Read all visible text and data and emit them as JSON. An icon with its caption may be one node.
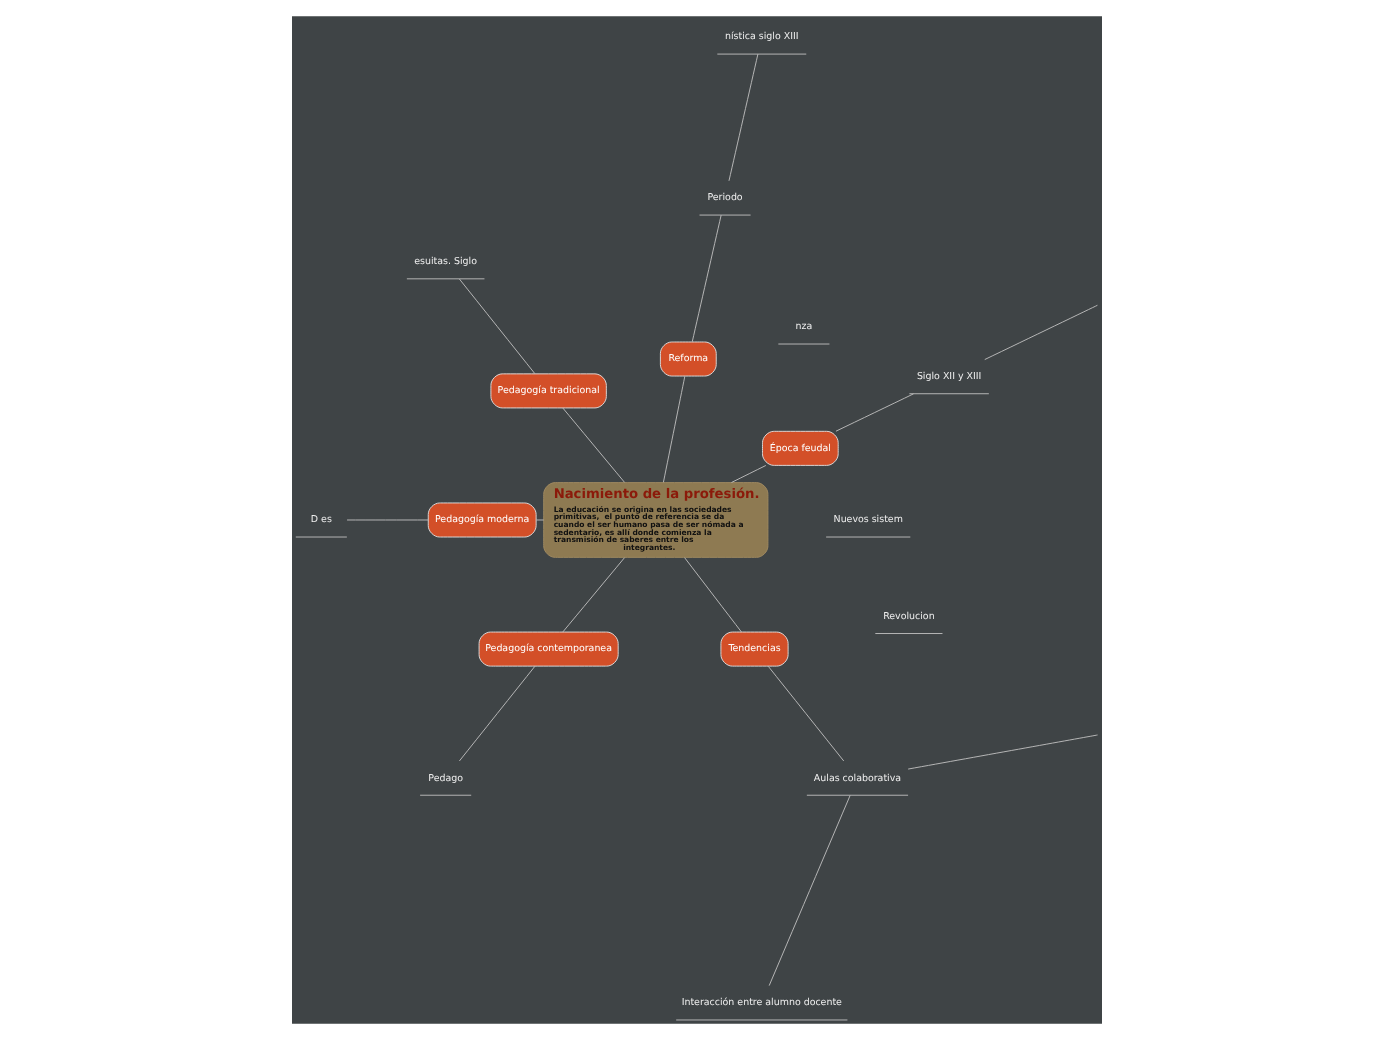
{
  "diagram": {
    "nodes": [
      {
        "text": [
          "Nacimiento de la profesión.",
          "La educación se origina en las sociedades primitivas,  el punto de referencia se da cuando el ser humano pasa de ser nómada a sedentario, es allí donde comienza la transmisión de saberes entre los integrantes."
        ]
      },
      {
        "text": [
          "Época feudal"
        ]
      },
      {
        "text": [
          "Siglo XII y XIII"
        ]
      },
      {
        "text": [
          "nza"
        ]
      },
      {
        "text": [
          "Reforma"
        ]
      },
      {
        "text": [
          "Periodo"
        ]
      },
      {
        "text": [
          "nística siglo XIII"
        ]
      },
      {
        "text": [
          "Pedagogía tradicional"
        ]
      },
      {
        "text": [
          "esuitas. Siglo"
        ]
      },
      {
        "text": [
          "Pedagogía moderna"
        ]
      },
      {
        "text": [
          "D es"
        ]
      },
      {
        "text": [
          "Nuevos sistem"
        ]
      },
      {
        "text": [
          "Pedagogía contemporanea"
        ]
      },
      {
        "text": [
          "Pedago"
        ]
      },
      {
        "text": [
          "Revolucion"
        ]
      },
      {
        "text": [
          "Tendencias"
        ]
      },
      {
        "text": [
          "Aulas colaborativa"
        ]
      },
      {
        "text": [
          "Interacción entre alumno docente"
        ]
      }
    ],
    "edges": [
      {
        "from": 0,
        "to": 1,
        "arrow": "none"
      },
      {
        "from": 1,
        "to": 2,
        "arrow": "none"
      },
      {
        "from": 2,
        "to": null,
        "arrow": "none"
      },
      {
        "from": 0,
        "to": 4,
        "arrow": "none"
      },
      {
        "from": 4,
        "to": 5,
        "arrow": "none"
      },
      {
        "from": 5,
        "to": 6,
        "arrow": "none"
      },
      {
        "from": 0,
        "to": 7,
        "arrow": "none"
      },
      {
        "from": 7,
        "to": 8,
        "arrow": "none"
      },
      {
        "from": 0,
        "to": 9,
        "arrow": "none"
      },
      {
        "from": 9,
        "to": 10,
        "arrow": "none"
      },
      {
        "from": 0,
        "to": 12,
        "arrow": "none"
      },
      {
        "from": 12,
        "to": 13,
        "arrow": "none"
      },
      {
        "from": 0,
        "to": 15,
        "arrow": "none"
      },
      {
        "from": 15,
        "to": 16,
        "arrow": "none"
      },
      {
        "from": 16,
        "to": 17,
        "arrow": "none"
      },
      {
        "from": 16,
        "to": null,
        "arrow": "none"
      }
    ]
  }
}
